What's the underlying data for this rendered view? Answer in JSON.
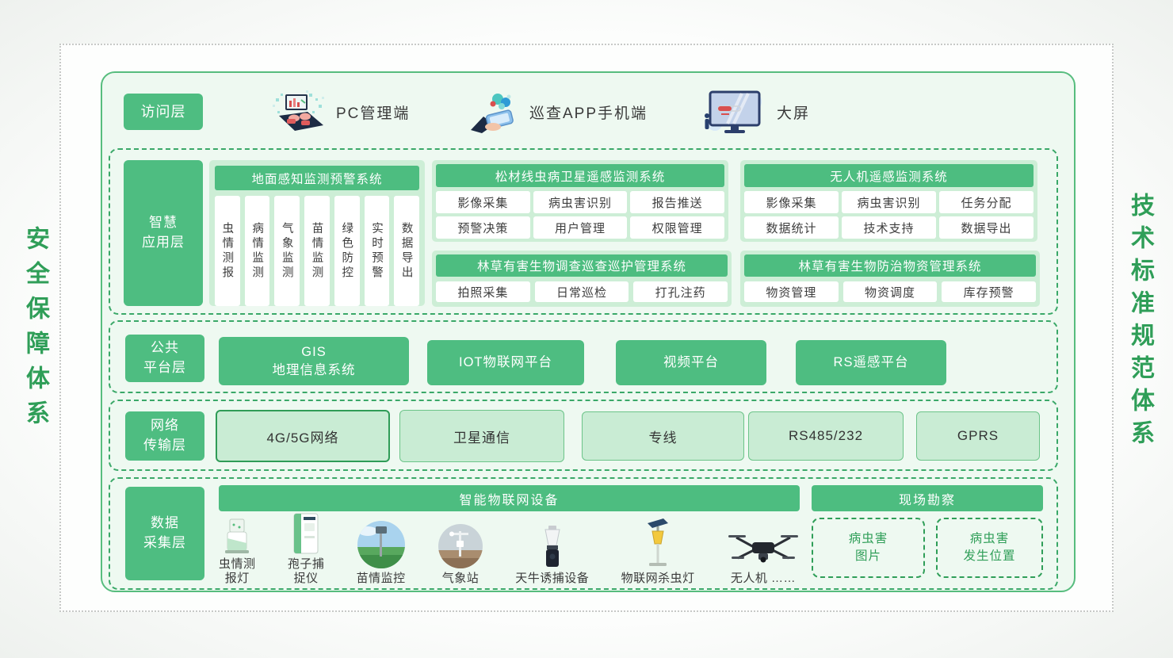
{
  "sides": {
    "left": "安全保障体系",
    "right": "技术标准规范体系"
  },
  "access_layer": {
    "label": "访问层",
    "items": [
      {
        "icon": "pc-icon",
        "label": "PC管理端"
      },
      {
        "icon": "app-icon",
        "label": "巡查APP手机端"
      },
      {
        "icon": "big-screen-icon",
        "label": "大屏"
      }
    ]
  },
  "application_layer": {
    "label": "智慧\n应用层",
    "systems": {
      "ground": {
        "title": "地面感知监测预警系统",
        "items": [
          "虫情测报",
          "病情监测",
          "气象监测",
          "苗情监测",
          "绿色防控",
          "实时预警",
          "数据导出"
        ]
      },
      "satellite": {
        "title": "松材线虫病卫星遥感监测系统",
        "items": [
          "影像采集",
          "病虫害识别",
          "报告推送",
          "预警决策",
          "用户管理",
          "权限管理"
        ]
      },
      "drone": {
        "title": "无人机遥感监测系统",
        "items": [
          "影像采集",
          "病虫害识别",
          "任务分配",
          "数据统计",
          "技术支持",
          "数据导出"
        ]
      },
      "patrol": {
        "title": "林草有害生物调查巡查巡护管理系统",
        "items": [
          "拍照采集",
          "日常巡检",
          "打孔注药"
        ]
      },
      "material": {
        "title": "林草有害生物防治物资管理系统",
        "items": [
          "物资管理",
          "物资调度",
          "库存预警"
        ]
      }
    }
  },
  "platform_layer": {
    "label": "公共\n平台层",
    "items": [
      "GIS\n地理信息系统",
      "IOT物联网平台",
      "视频平台",
      "RS遥感平台"
    ]
  },
  "network_layer": {
    "label": "网络\n传输层",
    "items": [
      "4G/5G网络",
      "卫星通信",
      "专线",
      "RS485/232",
      "GPRS"
    ]
  },
  "data_layer": {
    "label": "数据\n采集层",
    "iot_title": "智能物联网设备",
    "devices": [
      {
        "icon": "insect-lamp-icon",
        "label": "虫情测\n报灯"
      },
      {
        "icon": "spore-catcher-icon",
        "label": "孢子捕\n捉仪"
      },
      {
        "icon": "seedling-monitor-icon",
        "label": "苗情监控"
      },
      {
        "icon": "weather-station-icon",
        "label": "气象站"
      },
      {
        "icon": "beetle-trap-icon",
        "label": "天牛诱捕设备"
      },
      {
        "icon": "killer-lamp-icon",
        "label": "物联网杀虫灯"
      },
      {
        "icon": "drone-icon",
        "label": "无人机 ……"
      }
    ],
    "survey_title": "现场勘察",
    "survey_items": [
      "病虫害\n图片",
      "病虫害\n发生位置"
    ]
  },
  "colors": {
    "primary_green": "#4ebd81",
    "panel_light_green": "#cdeed6",
    "main_bg_green": "#eef9f1",
    "dashed_green": "#3aa868",
    "side_text_green": "#2f9e58",
    "network_box_fill": "#c9ecd4",
    "dark_text": "#3d3d3d"
  }
}
